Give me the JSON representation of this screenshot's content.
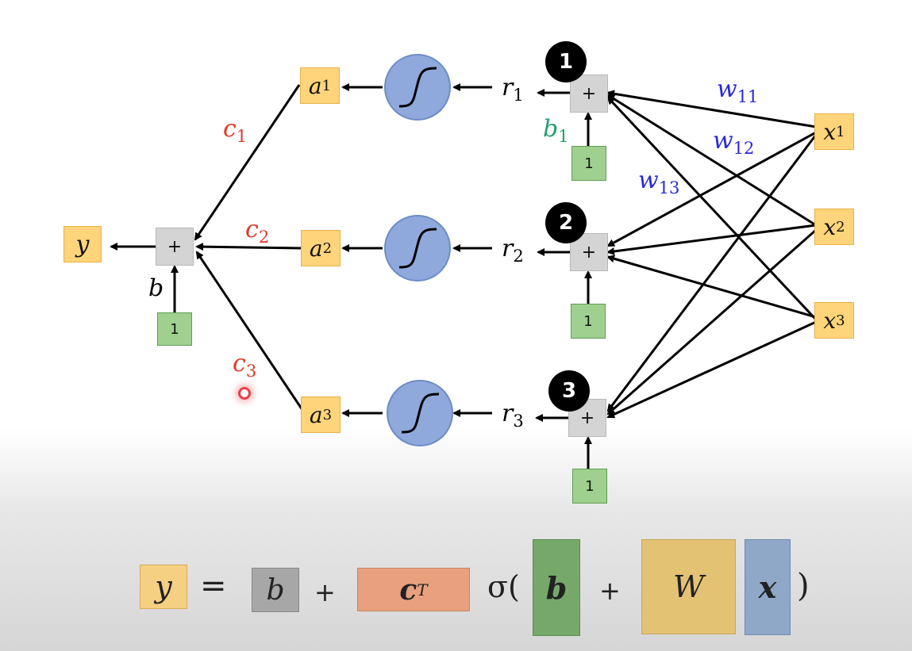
{
  "output": {
    "label": "y"
  },
  "output_sum": {
    "symbol": "+",
    "bias_label": "b",
    "bias_input": "1"
  },
  "weights_out": [
    {
      "label": "c",
      "sub": "1"
    },
    {
      "label": "c",
      "sub": "2"
    },
    {
      "label": "c",
      "sub": "3"
    }
  ],
  "hidden": [
    {
      "a": "a",
      "a_sub": "1",
      "r": "r",
      "r_sub": "1",
      "sum": "+",
      "badge": "1",
      "bias_input": "1"
    },
    {
      "a": "a",
      "a_sub": "2",
      "r": "r",
      "r_sub": "2",
      "sum": "+",
      "badge": "2",
      "bias_input": "1"
    },
    {
      "a": "a",
      "a_sub": "3",
      "r": "r",
      "r_sub": "3",
      "sum": "+",
      "badge": "3",
      "bias_input": "1"
    }
  ],
  "bias_hidden_label": {
    "label": "b",
    "sub": "1"
  },
  "weights_in": [
    {
      "label": "w",
      "sub": "11"
    },
    {
      "label": "w",
      "sub": "12"
    },
    {
      "label": "w",
      "sub": "13"
    }
  ],
  "inputs": [
    {
      "label": "x",
      "sub": "1"
    },
    {
      "label": "x",
      "sub": "2"
    },
    {
      "label": "x",
      "sub": "3"
    }
  ],
  "equation": {
    "y": "y",
    "equals": "=",
    "b": "b",
    "plus1": "+",
    "cT": "c",
    "cT_sup": "T",
    "sigma": "σ(",
    "b_vec": "b",
    "plus2": "+",
    "W": "W",
    "x": "x",
    "close": ")",
    "colors": {
      "y": "#f5cf82",
      "b": "#a7a7a7",
      "cT": "#e8a07e",
      "b_vec": "#76a86a",
      "W": "#e3c274",
      "x": "#8fa8c8"
    }
  }
}
